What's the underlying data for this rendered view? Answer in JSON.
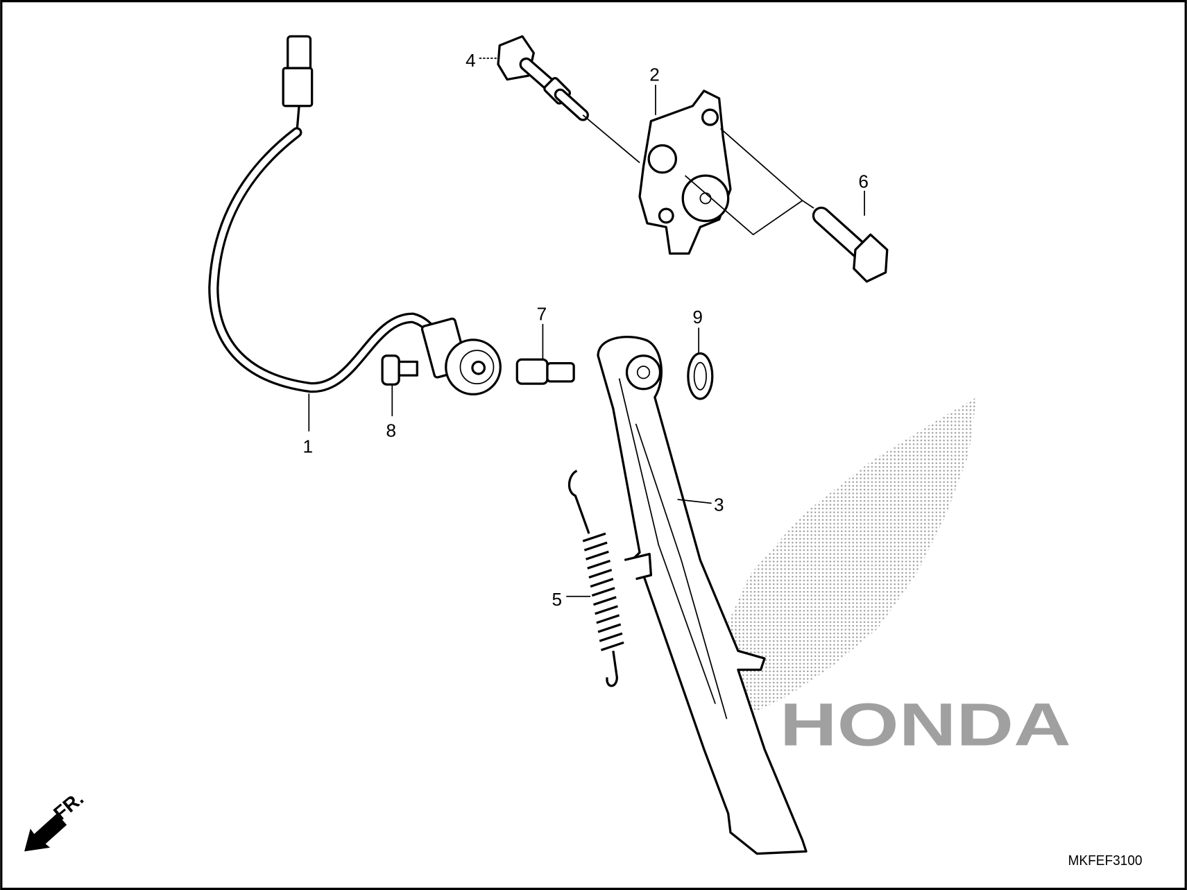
{
  "diagram": {
    "callouts": [
      {
        "id": "1",
        "part": "switch-cable"
      },
      {
        "id": "2",
        "part": "bracket"
      },
      {
        "id": "3",
        "part": "side-stand"
      },
      {
        "id": "4",
        "part": "pivot-bolt"
      },
      {
        "id": "5",
        "part": "spring"
      },
      {
        "id": "6",
        "part": "flange-bolt"
      },
      {
        "id": "7",
        "part": "pin"
      },
      {
        "id": "8",
        "part": "screw"
      },
      {
        "id": "9",
        "part": "nut"
      }
    ],
    "direction_label": "FR.",
    "diagram_code": "MKFEF3100",
    "watermark_text": "HONDA",
    "colors": {
      "line": "#000000",
      "watermark": "#9a9a9a",
      "background": "#ffffff"
    }
  }
}
